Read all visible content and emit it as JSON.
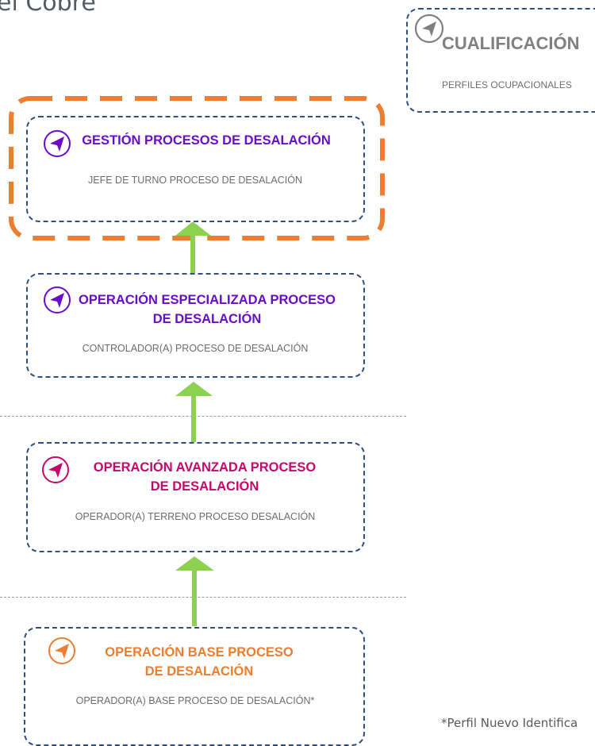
{
  "header": {
    "title_fragment": "el Cobre"
  },
  "legend": {
    "title": "CUALIFICACIÓN",
    "subtitle": "PERFILES OCUPACIONALES",
    "icon": "navigation-arrow-icon",
    "color": "#808080"
  },
  "levels": [
    {
      "title": "GESTIÓN PROCESOS DE DESALACIÓN",
      "profile": "JEFE DE TURNO PROCESO DE DESALACIÓN",
      "color": "#6a0dc9",
      "icon": "navigation-arrow-icon",
      "highlighted": true
    },
    {
      "title": "OPERACIÓN ESPECIALIZADA PROCESO\nDE DESALACIÓN",
      "profile": "CONTROLADOR(A) PROCESO DE DESALACIÓN",
      "color": "#6a0dc9",
      "icon": "navigation-arrow-icon",
      "highlighted": false
    },
    {
      "title": "OPERACIÓN AVANZADA PROCESO\nDE DESALACIÓN",
      "profile": "OPERADOR(A) TERRENO PROCESO DESALACIÓN",
      "color": "#c4086c",
      "icon": "navigation-arrow-icon",
      "highlighted": false
    },
    {
      "title": "OPERACIÓN BASE PROCESO\nDE DESALACIÓN",
      "profile": "OPERADOR(A) BASE PROCESO DE DESALACIÓN*",
      "color": "#ed7d31",
      "icon": "navigation-arrow-icon",
      "highlighted": false
    }
  ],
  "colors": {
    "card_border": "#2f4f7f",
    "highlight_border": "#ed7d31",
    "arrow": "#8cd150",
    "separator": "#9a9a9a"
  },
  "footnote": "*Perfil Nuevo Identifica"
}
